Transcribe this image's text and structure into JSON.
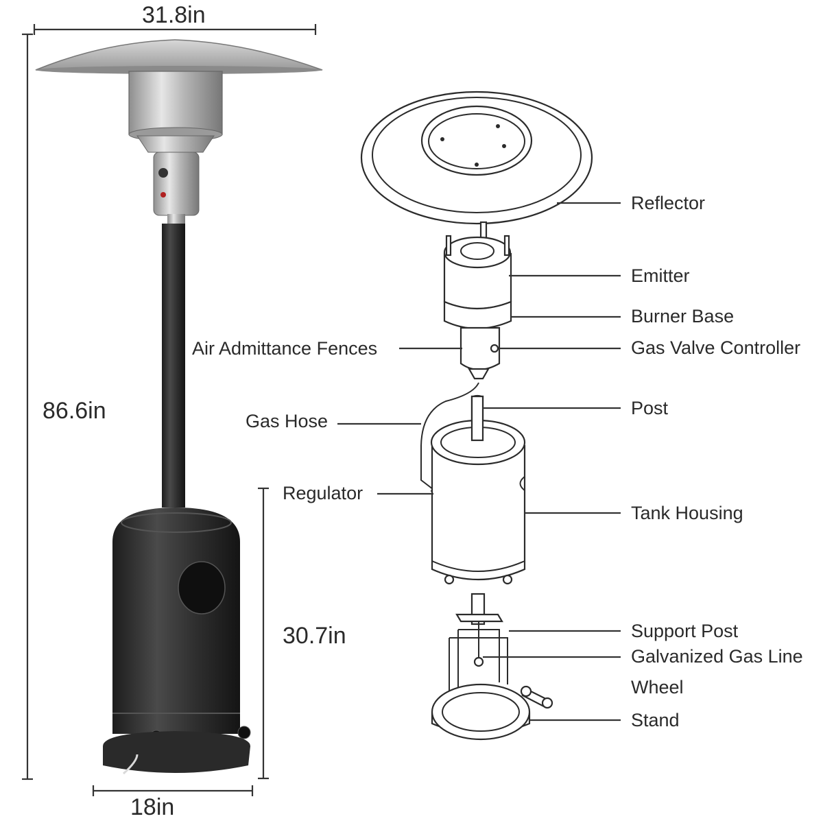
{
  "dimensions": {
    "reflector_width": "31.8in",
    "total_height": "86.6in",
    "base_height": "30.7in",
    "base_width": "18in"
  },
  "parts": [
    "Reflector",
    "Emitter",
    "Burner Base",
    "Air Admittance Fences",
    "Gas Valve Controller",
    "Post",
    "Gas Hose",
    "Regulator",
    "Tank Housing",
    "Support Post",
    "Galvanized Gas Line",
    "Wheel",
    "Stand"
  ],
  "colors": {
    "steel": "#b9b9b9",
    "body_dark": "#2e2e2e",
    "line": "#2b2b2b"
  }
}
